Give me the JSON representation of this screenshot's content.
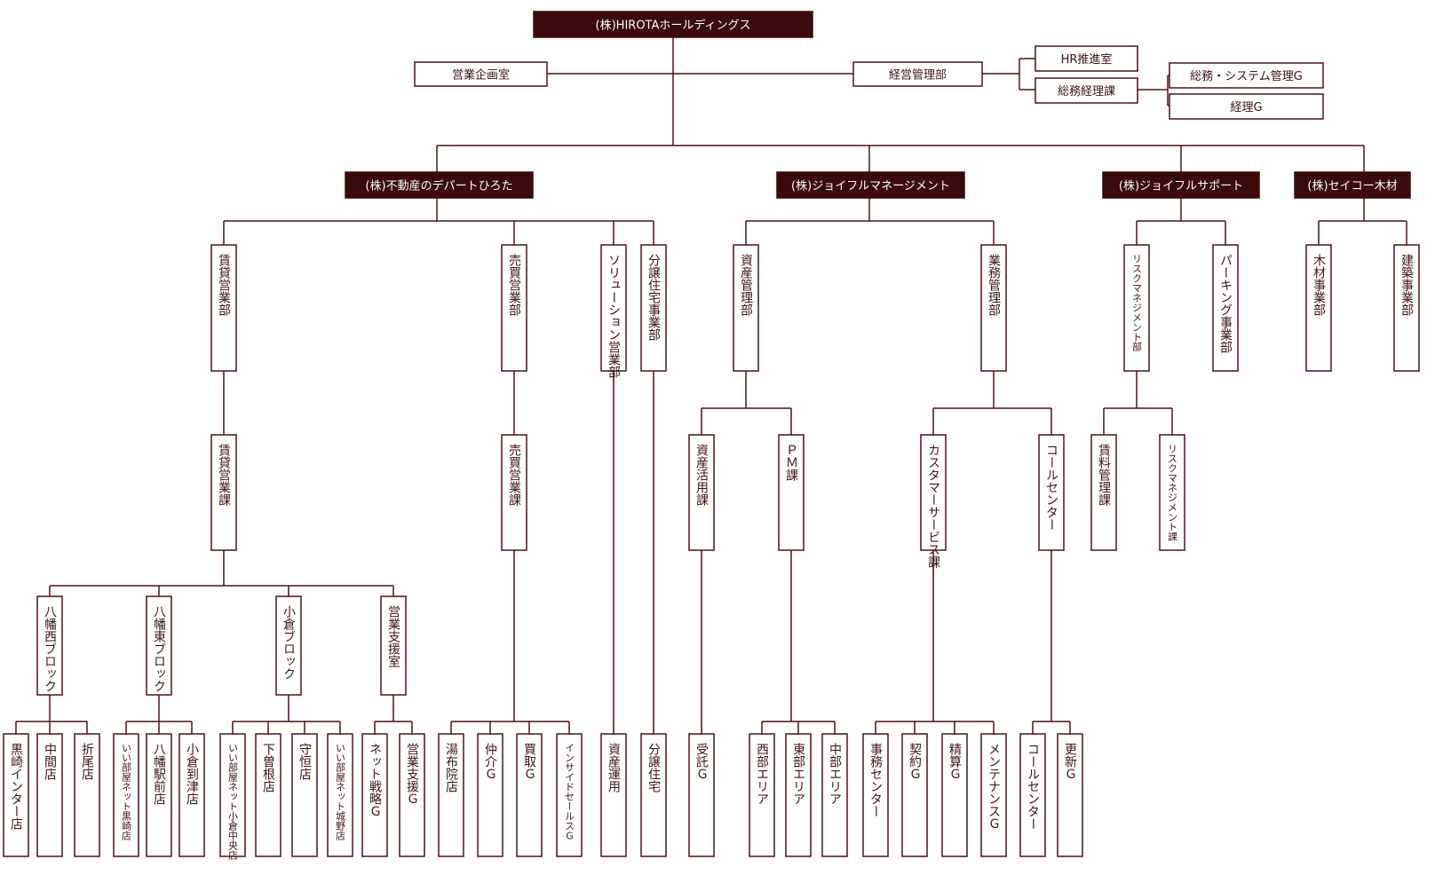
{
  "holding": "(株)HIROTAホールディングス",
  "staff": {
    "planning": "営業企画室",
    "management": "経営管理部",
    "hr": "HR推進室",
    "general_accounting": "総務経理課",
    "general_system": "総務・システム管理G",
    "accounting": "経理G"
  },
  "companies": {
    "hirota": "(株)不動産のデパートひろた",
    "joyful_mgmt": "(株)ジョイフルマネージメント",
    "joyful_support": "(株)ジョイフルサポート",
    "seiko": "(株)セイコー木材"
  },
  "departments": {
    "chintai_bu": "賃貸営業部",
    "baibai_bu": "売買営業部",
    "solution_bu": "ソリューション営業部",
    "bunjo_bu": "分譲住宅事業部",
    "shisan_bu": "資産管理部",
    "gyomu_bu": "業務管理部",
    "risk_bu": "リスクマネジメント部",
    "parking_bu": "パーキング事業部",
    "mokuzai_bu": "木材事業部",
    "kenchiku_bu": "建築事業部"
  },
  "sections": {
    "chintai_ka": "賃貸営業課",
    "baibai_ka": "売買営業課",
    "shisan_katsuyo": "資産活用課",
    "pm": "ＰＭ課",
    "customer": "カスタマーサービス課",
    "callcenter_ka": "コールセンター",
    "chinryo": "賃料管理課",
    "risk_ka": "リスクマネジメント課"
  },
  "blocks": {
    "yahata_west": "八幡西ブロック",
    "yahata_east": "八幡東ブロック",
    "kokura": "小倉ブロック",
    "eigyo_shien": "営業支援室"
  },
  "leaves": {
    "kurosaki_ic": "黒崎インター店",
    "naka": "中間店",
    "orio": "折尾店",
    "iiheya_kurosaki": "いい部屋ネット黒崎店",
    "yahata_ekimae": "八幡駅前店",
    "kokura_tozu": "小倉到津店",
    "iiheya_kokura": "いい部屋ネット小倉中央店",
    "shimosone": "下曽根店",
    "moritsune": "守恒店",
    "iiheya_jono": "いい部屋ネット城野店",
    "net_senryaku": "ネット戦略Ｇ",
    "eigyo_shien_g": "営業支援Ｇ",
    "yufuin": "湯布院店",
    "chukai": "仲介Ｇ",
    "kaitori": "買取Ｇ",
    "inside_sales": "インサイドセールスＧ",
    "shisan_unyo": "資産運用",
    "bunjo_jutaku": "分譲住宅",
    "jutaku": "受託Ｇ",
    "seibu": "西部エリア",
    "tobu": "東部エリア",
    "chubu": "中部エリア",
    "jimu_center": "事務センター",
    "keiyaku": "契約Ｇ",
    "seisan": "精算Ｇ",
    "maintenance": "メンテナンスＧ",
    "callcenter": "コールセンター",
    "koshin": "更新Ｇ"
  },
  "colors": {
    "dark_fill": "#3b0a0a",
    "line": "#4a1414",
    "text": "#3b1414"
  }
}
